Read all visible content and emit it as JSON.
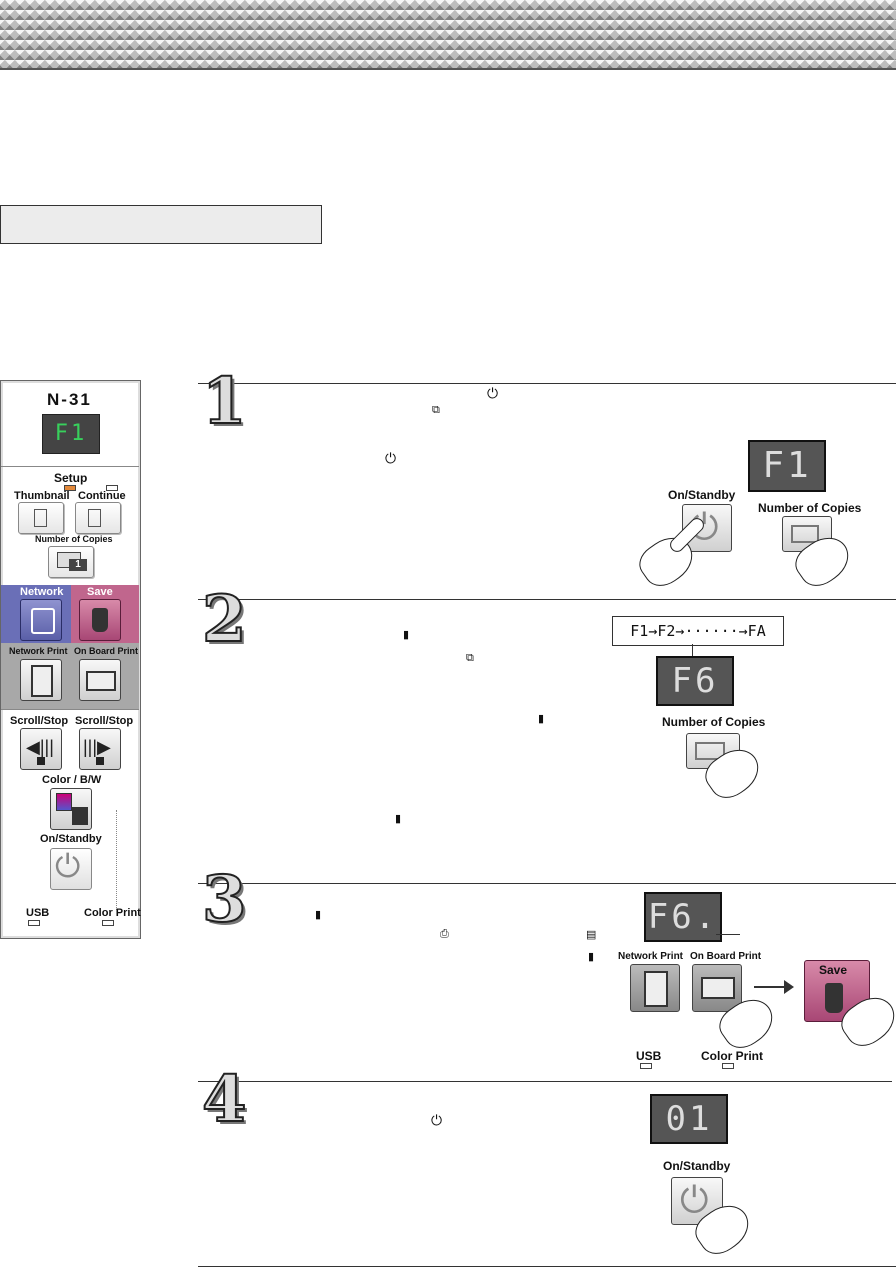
{
  "panel": {
    "model": "N-31",
    "display": "F1",
    "setup": "Setup",
    "thumbnail": "Thumbnail",
    "continue": "Continue",
    "copies": "Number of Copies",
    "copies_num": "1",
    "network": "Network",
    "save": "Save",
    "network_print": "Network Print",
    "onboard_print": "On Board Print",
    "scroll1": "Scroll/Stop",
    "scroll2": "Scroll/Stop",
    "color_bw": "Color / B/W",
    "on_standby": "On/Standby",
    "usb": "USB",
    "color_print": "Color Print"
  },
  "step1": {
    "num": "1",
    "display": "F1",
    "on_standby": "On/Standby",
    "copies": "Number of Copies"
  },
  "step2": {
    "num": "2",
    "sequence": "F1→F2→······→FA",
    "display": "F6",
    "copies": "Number of Copies"
  },
  "step3": {
    "num": "3",
    "display": "F6.",
    "network_print": "Network Print",
    "onboard_print": "On Board Print",
    "save": "Save",
    "usb": "USB",
    "color_print": "Color Print"
  },
  "step4": {
    "num": "4",
    "display": "01",
    "on_standby": "On/Standby"
  },
  "icons": {
    "power": "⏻",
    "copies": "⧉",
    "usb": "▮"
  }
}
